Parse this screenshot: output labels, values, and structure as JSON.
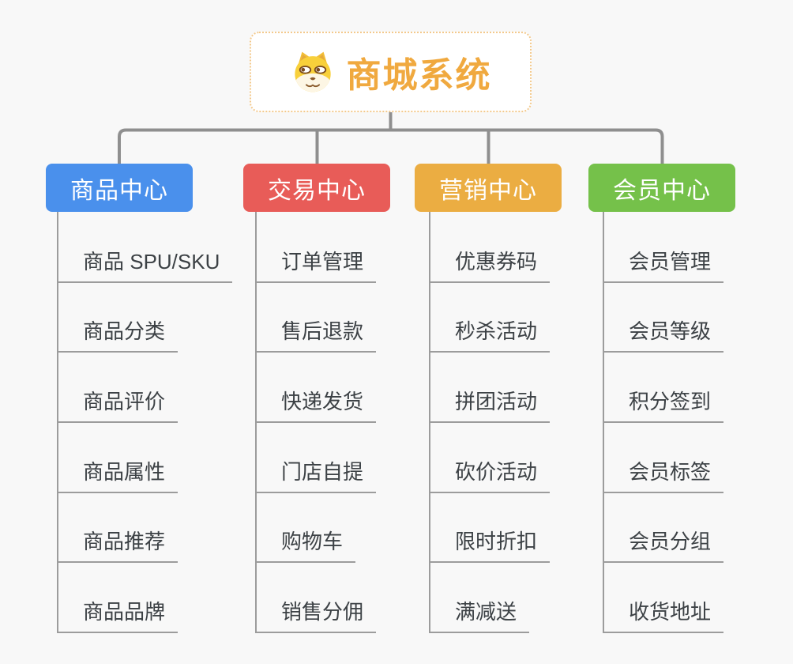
{
  "root": {
    "title": "商城系统",
    "icon": "doge-icon"
  },
  "branches": [
    {
      "label": "商品中心",
      "color": "#4A90EC",
      "items": [
        "商品 SPU/SKU",
        "商品分类",
        "商品评价",
        "商品属性",
        "商品推荐",
        "商品品牌"
      ]
    },
    {
      "label": "交易中心",
      "color": "#E85C58",
      "items": [
        "订单管理",
        "售后退款",
        "快递发货",
        "门店自提",
        "购物车",
        "销售分佣"
      ]
    },
    {
      "label": "营销中心",
      "color": "#EBAD42",
      "items": [
        "优惠券码",
        "秒杀活动",
        "拼团活动",
        "砍价活动",
        "限时折扣",
        "满减送"
      ]
    },
    {
      "label": "会员中心",
      "color": "#75C14A",
      "items": [
        "会员管理",
        "会员等级",
        "积分签到",
        "会员标签",
        "会员分组",
        "收货地址"
      ]
    }
  ],
  "colors": {
    "background": "#F8F8F8",
    "connector": "#8F8F8F",
    "leaf_line": "#9C9C9C",
    "leaf_text": "#3C4145",
    "root_text": "#F0A93F",
    "root_border": "#F3C98C"
  }
}
